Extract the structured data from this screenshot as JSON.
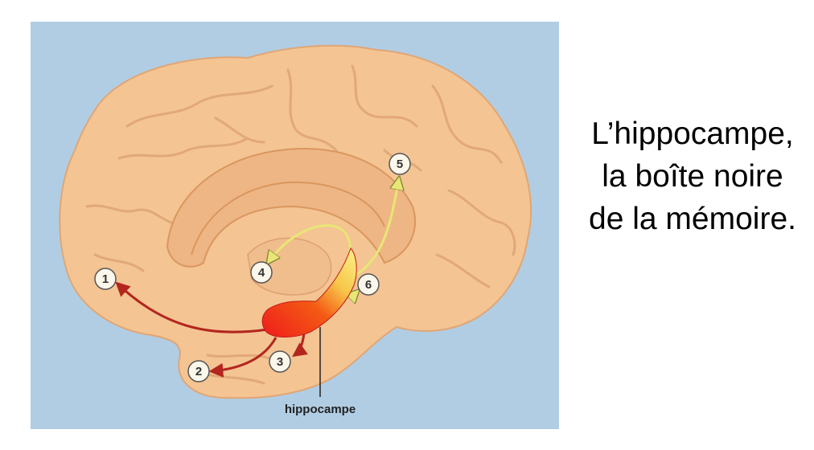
{
  "diagram": {
    "label": "hippocampe",
    "markers": [
      "1",
      "2",
      "3",
      "4",
      "5",
      "6"
    ],
    "colors": {
      "background": "#b1cde3",
      "brain": "#f4c493",
      "brain_shadow": "#e0a676",
      "red_pathway": "#b3261e",
      "yellow_pathway": "#e8e676",
      "hippocampus_red": "#ee1c1c",
      "hippocampus_yellow": "#fbf28a"
    }
  },
  "caption": {
    "lines": [
      "L’hippocampe,",
      "la boîte noire",
      "de la mémoire."
    ]
  }
}
